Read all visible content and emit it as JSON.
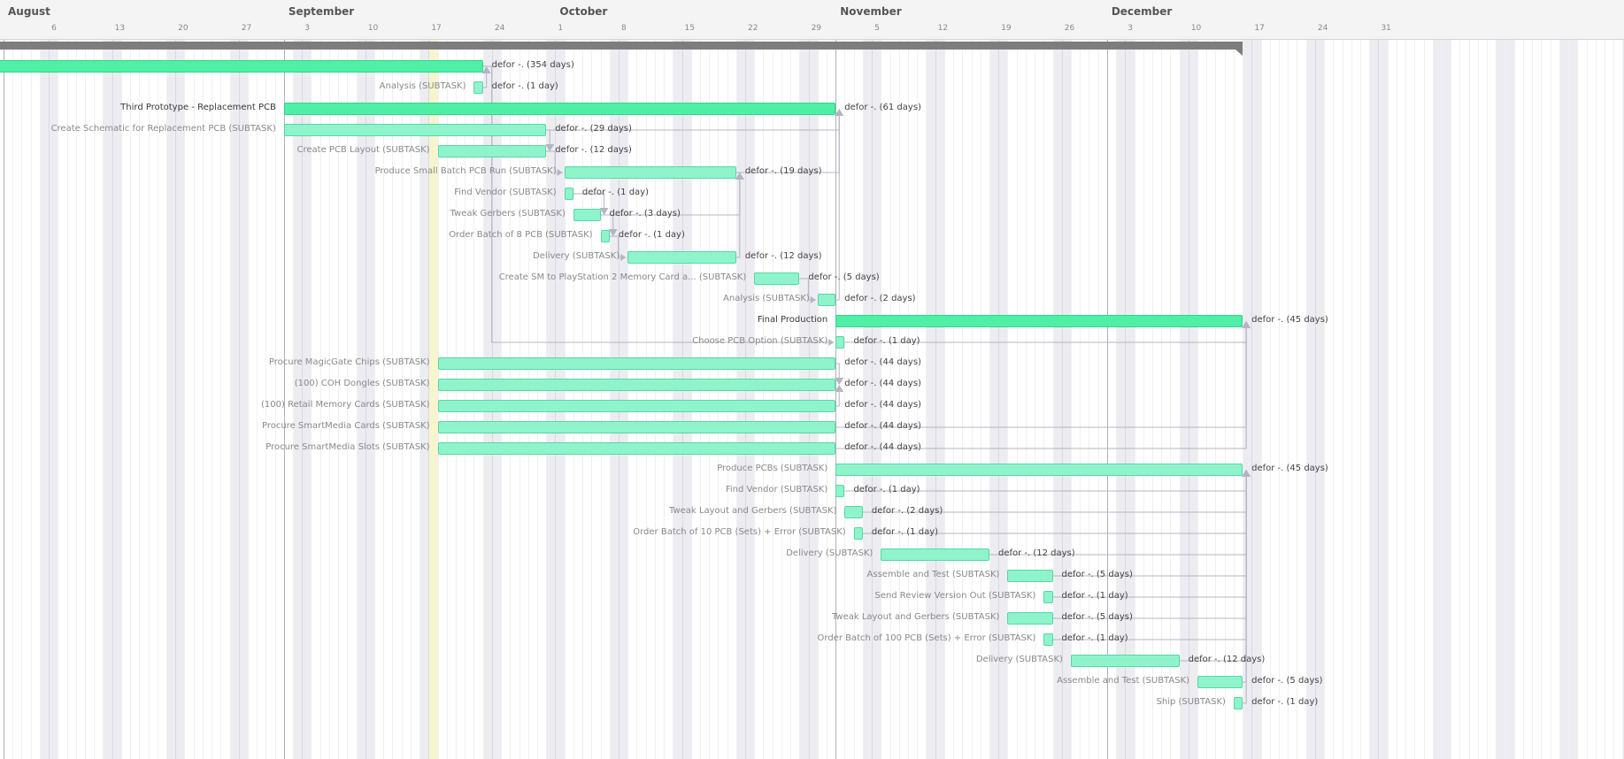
{
  "timeline": {
    "months": [
      {
        "label": "August",
        "day": 0
      },
      {
        "label": "September",
        "day": 31
      },
      {
        "label": "October",
        "day": 61
      },
      {
        "label": "November",
        "day": 92
      },
      {
        "label": "December",
        "day": 122
      }
    ],
    "weeks": [
      {
        "label": "6",
        "day": 5
      },
      {
        "label": "13",
        "day": 12
      },
      {
        "label": "20",
        "day": 19
      },
      {
        "label": "27",
        "day": 26
      },
      {
        "label": "3",
        "day": 33
      },
      {
        "label": "10",
        "day": 40
      },
      {
        "label": "17",
        "day": 47
      },
      {
        "label": "24",
        "day": 54
      },
      {
        "label": "1",
        "day": 61
      },
      {
        "label": "8",
        "day": 68
      },
      {
        "label": "15",
        "day": 75
      },
      {
        "label": "22",
        "day": 82
      },
      {
        "label": "29",
        "day": 89
      },
      {
        "label": "5",
        "day": 96
      },
      {
        "label": "12",
        "day": 103
      },
      {
        "label": "19",
        "day": 110
      },
      {
        "label": "26",
        "day": 117
      },
      {
        "label": "3",
        "day": 124
      },
      {
        "label": "10",
        "day": 131
      },
      {
        "label": "17",
        "day": 138
      },
      {
        "label": "24",
        "day": 145
      },
      {
        "label": "31",
        "day": 152
      }
    ],
    "today_day": 47
  },
  "colors": {
    "bar": "#8ff4cc",
    "bar_parent": "#4ff0a6",
    "summary": "#7d7d7d",
    "link": "#b4b4c4",
    "today": "#f6f5cf"
  },
  "summary": {
    "start": -40,
    "end": 137
  },
  "tasks": [
    {
      "id": "t0",
      "label": "",
      "duration": "defor -. (354 days)",
      "start": -40,
      "end": 53,
      "parent": true
    },
    {
      "id": "t1",
      "label": "Analysis (SUBTASK)",
      "duration": "defor -. (1 day)",
      "start": 52,
      "end": 53
    },
    {
      "id": "t2",
      "label": "Third Prototype - Replacement PCB",
      "duration": "defor -. (61 days)",
      "start": 31,
      "end": 92,
      "parent": true
    },
    {
      "id": "t3",
      "label": "Create Schematic for Replacement PCB (SUBTASK)",
      "duration": "defor -. (29 days)",
      "start": 31,
      "end": 60
    },
    {
      "id": "t4",
      "label": "Create PCB Layout (SUBTASK)",
      "duration": "defor -. (12 days)",
      "start": 48,
      "end": 60
    },
    {
      "id": "t5",
      "label": "Produce Small Batch PCB Run (SUBTASK)",
      "duration": "defor -. (19 days)",
      "start": 62,
      "end": 81
    },
    {
      "id": "t6",
      "label": "Find Vendor (SUBTASK)",
      "duration": "defor -. (1 day)",
      "start": 62,
      "end": 63
    },
    {
      "id": "t7",
      "label": "Tweak Gerbers (SUBTASK)",
      "duration": "defor -. (3 days)",
      "start": 63,
      "end": 66
    },
    {
      "id": "t8",
      "label": "Order Batch of 8 PCB (SUBTASK)",
      "duration": "defor -. (1 day)",
      "start": 66,
      "end": 67
    },
    {
      "id": "t9",
      "label": "Delivery (SUBTASK)",
      "duration": "defor -. (12 days)",
      "start": 69,
      "end": 81
    },
    {
      "id": "t10",
      "label": "Create SM to PlayStation 2 Memory Card a... (SUBTASK)",
      "duration": "defor -. (5 days)",
      "start": 83,
      "end": 88
    },
    {
      "id": "t11",
      "label": "Analysis (SUBTASK)",
      "duration": "defor -. (2 days)",
      "start": 90,
      "end": 92
    },
    {
      "id": "t12",
      "label": "Final Production",
      "duration": "defor -. (45 days)",
      "start": 92,
      "end": 137,
      "parent": true
    },
    {
      "id": "t13",
      "label": "Choose PCB Option (SUBTASK)",
      "duration": "defor -. (1 day)",
      "start": 92,
      "end": 93
    },
    {
      "id": "t14",
      "label": "Procure MagicGate Chips (SUBTASK)",
      "duration": "defor -. (44 days)",
      "start": 48,
      "end": 92
    },
    {
      "id": "t15",
      "label": "(100) COH Dongles (SUBTASK)",
      "duration": "defor -. (44 days)",
      "start": 48,
      "end": 92
    },
    {
      "id": "t16",
      "label": "(100) Retail Memory Cards (SUBTASK)",
      "duration": "defor -. (44 days)",
      "start": 48,
      "end": 92
    },
    {
      "id": "t17",
      "label": "Procure SmartMedia Cards (SUBTASK)",
      "duration": "defor -. (44 days)",
      "start": 48,
      "end": 92
    },
    {
      "id": "t18",
      "label": "Procure SmartMedia Slots (SUBTASK)",
      "duration": "defor -. (44 days)",
      "start": 48,
      "end": 92
    },
    {
      "id": "t19",
      "label": "Produce PCBs (SUBTASK)",
      "duration": "defor -. (45 days)",
      "start": 92,
      "end": 137
    },
    {
      "id": "t20",
      "label": "Find Vendor (SUBTASK)",
      "duration": "defor -. (1 day)",
      "start": 92,
      "end": 93
    },
    {
      "id": "t21",
      "label": "Tweak Layout and Gerbers (SUBTASK)",
      "duration": "defor -. (2 days)",
      "start": 93,
      "end": 95
    },
    {
      "id": "t22",
      "label": "Order Batch of 10 PCB (Sets) + Error (SUBTASK)",
      "duration": "defor -. (1 day)",
      "start": 94,
      "end": 95
    },
    {
      "id": "t23",
      "label": "Delivery (SUBTASK)",
      "duration": "defor -. (12 days)",
      "start": 97,
      "end": 109
    },
    {
      "id": "t24",
      "label": "Assemble and Test (SUBTASK)",
      "duration": "defor -. (5 days)",
      "start": 111,
      "end": 116
    },
    {
      "id": "t25",
      "label": "Send Review Version Out (SUBTASK)",
      "duration": "defor -. (1 day)",
      "start": 115,
      "end": 116
    },
    {
      "id": "t26",
      "label": "Tweak Layout and Gerbers (SUBTASK)",
      "duration": "defor -. (5 days)",
      "start": 111,
      "end": 116
    },
    {
      "id": "t27",
      "label": "Order Batch of 100 PCB (Sets) + Error (SUBTASK)",
      "duration": "defor -. (1 day)",
      "start": 115,
      "end": 116
    },
    {
      "id": "t28",
      "label": "Delivery (SUBTASK)",
      "duration": "defor -. (12 days)",
      "start": 118,
      "end": 130
    },
    {
      "id": "t29",
      "label": "Assemble and Test (SUBTASK)",
      "duration": "defor -. (5 days)",
      "start": 132,
      "end": 137
    },
    {
      "id": "t30",
      "label": "Ship (SUBTASK)",
      "duration": "defor -. (1 day)",
      "start": 136,
      "end": 137
    }
  ],
  "links": [
    [
      "t1",
      "t0"
    ],
    [
      "t3",
      "t4"
    ],
    [
      "t4",
      "t5"
    ],
    [
      "t6",
      "t7"
    ],
    [
      "t7",
      "t8"
    ],
    [
      "t8",
      "t9"
    ],
    [
      "t9",
      "t5"
    ],
    [
      "t7",
      "t5"
    ],
    [
      "t10",
      "t11"
    ],
    [
      "t5",
      "t2"
    ],
    [
      "t3",
      "t2"
    ],
    [
      "t11",
      "t2"
    ],
    [
      "t0",
      "t13"
    ],
    [
      "t13",
      "t12"
    ],
    [
      "t14",
      "t15"
    ],
    [
      "t16",
      "t15"
    ],
    [
      "t17",
      "t12"
    ],
    [
      "t18",
      "t12"
    ],
    [
      "t20",
      "t19"
    ],
    [
      "t21",
      "t19"
    ],
    [
      "t22",
      "t19"
    ],
    [
      "t23",
      "t19"
    ],
    [
      "t24",
      "t19"
    ],
    [
      "t25",
      "t19"
    ],
    [
      "t26",
      "t19"
    ],
    [
      "t27",
      "t19"
    ],
    [
      "t28",
      "t19"
    ],
    [
      "t29",
      "t19"
    ],
    [
      "t30",
      "t19"
    ]
  ]
}
